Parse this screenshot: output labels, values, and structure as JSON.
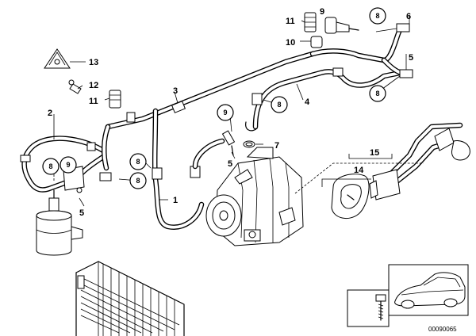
{
  "callouts": {
    "c1": "1",
    "c2": "2",
    "c3": "3",
    "c4": "4",
    "c5a": "5",
    "c5b": "5",
    "c5c": "5",
    "c6": "6",
    "c7": "7",
    "c8": "8",
    "c9": "9",
    "c10": "10",
    "c11a": "11",
    "c11b": "11",
    "c12": "12",
    "c13": "13",
    "c14": "14",
    "c15": "15"
  },
  "circle_refs": {
    "r8": "8",
    "r9": "9"
  },
  "reference_number": "00090065"
}
